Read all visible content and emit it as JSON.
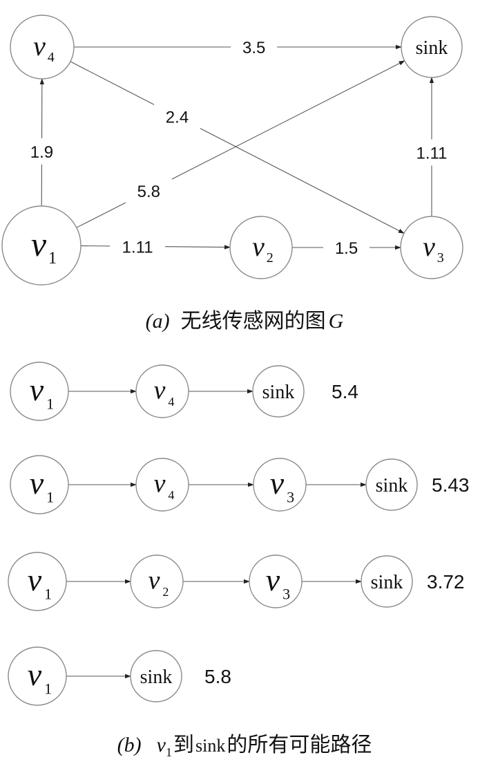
{
  "graph_a": {
    "nodes": {
      "v4": {
        "name": "v",
        "sub": "4"
      },
      "sink": {
        "name": "sink",
        "sub": ""
      },
      "v1": {
        "name": "v",
        "sub": "1"
      },
      "v2": {
        "name": "v",
        "sub": "2"
      },
      "v3": {
        "name": "v",
        "sub": "3"
      }
    },
    "edges": [
      {
        "from": "v4",
        "to": "sink",
        "weight": "3.5"
      },
      {
        "from": "v4",
        "to": "v3",
        "weight": "2.4"
      },
      {
        "from": "v1",
        "to": "v4",
        "weight": "1.9"
      },
      {
        "from": "v1",
        "to": "sink",
        "weight": "5.8"
      },
      {
        "from": "v3",
        "to": "sink",
        "weight": "1.11"
      },
      {
        "from": "v1",
        "to": "v2",
        "weight": "1.11"
      },
      {
        "from": "v2",
        "to": "v3",
        "weight": "1.5"
      }
    ],
    "caption": {
      "tag": "(a)",
      "text": "无线传感网的图",
      "symbol": "G"
    }
  },
  "paths_b": {
    "paths": [
      {
        "nodes": [
          {
            "name": "v",
            "sub": "1"
          },
          {
            "name": "v",
            "sub": "4"
          },
          {
            "name": "sink",
            "sub": ""
          }
        ],
        "cost": "5.4"
      },
      {
        "nodes": [
          {
            "name": "v",
            "sub": "1"
          },
          {
            "name": "v",
            "sub": "4"
          },
          {
            "name": "v",
            "sub": "3"
          },
          {
            "name": "sink",
            "sub": ""
          }
        ],
        "cost": "5.43"
      },
      {
        "nodes": [
          {
            "name": "v",
            "sub": "1"
          },
          {
            "name": "v",
            "sub": "2"
          },
          {
            "name": "v",
            "sub": "3"
          },
          {
            "name": "sink",
            "sub": ""
          }
        ],
        "cost": "3.72"
      },
      {
        "nodes": [
          {
            "name": "v",
            "sub": "1"
          },
          {
            "name": "sink",
            "sub": ""
          }
        ],
        "cost": "5.8"
      }
    ],
    "caption": {
      "tag": "(b)",
      "symbol": "v",
      "symbol_sub": "1",
      "mid": "到",
      "target": "sink",
      "text": "的所有可能路径"
    }
  }
}
